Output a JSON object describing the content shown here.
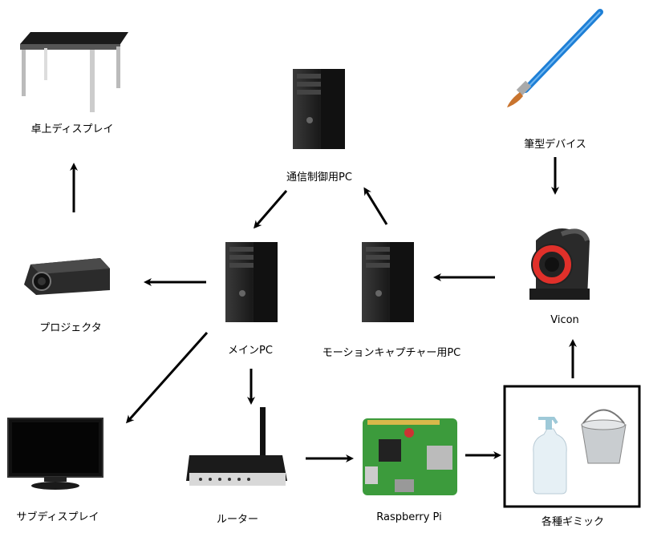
{
  "nodes": {
    "tabletop_display": {
      "label": "卓上ディスプレイ",
      "icon": "table-display-icon"
    },
    "comm_pc": {
      "label": "通信制御用PC",
      "icon": "tower-pc-icon"
    },
    "pen_device": {
      "label": "筆型デバイス",
      "icon": "brush-icon"
    },
    "projector": {
      "label": "プロジェクタ",
      "icon": "projector-icon"
    },
    "main_pc": {
      "label": "メインPC",
      "icon": "tower-pc-icon"
    },
    "mocap_pc": {
      "label": "モーションキャプチャー用PC",
      "icon": "tower-pc-icon"
    },
    "vicon": {
      "label": "Vicon",
      "icon": "camera-icon"
    },
    "sub_display": {
      "label": "サブディスプレイ",
      "icon": "monitor-icon"
    },
    "router": {
      "label": "ルーター",
      "icon": "router-icon"
    },
    "raspberry_pi": {
      "label": "Raspberry Pi",
      "icon": "circuit-board-icon"
    },
    "gimmicks": {
      "label": "各種ギミック",
      "icon": "spray-bottle-and-bucket-icon"
    }
  },
  "colors": {
    "arrow": "#000000",
    "pc_body": "#222222",
    "ring": "#e0302a",
    "pen": "#1e7fd6"
  }
}
